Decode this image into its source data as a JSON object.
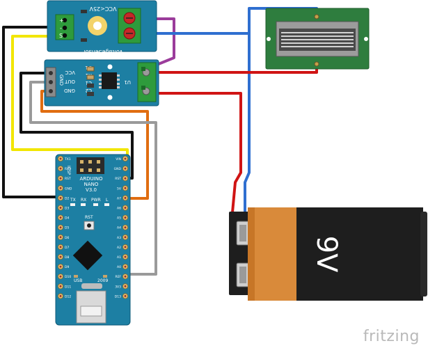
{
  "voltage_sensor": {
    "range_label": "VCC<25V",
    "name_label": "VoltageSensor",
    "pin_plus": "+",
    "pin_minus": "-",
    "pin_s": "S"
  },
  "current_sensor": {
    "pin_labels": [
      "GND",
      "OUT",
      "VCC"
    ],
    "component_labels": [
      "C2",
      "C1",
      "R1",
      "D1"
    ],
    "ic_label": "U1"
  },
  "arduino": {
    "name": "ARDUINO",
    "model": "NANO",
    "version": "V3.0",
    "usb_label": "USB",
    "year_label": "2009",
    "icsp_label": "ICSP",
    "rst_label": "RST",
    "led_labels": [
      "TX",
      "RX",
      "PWR",
      "L"
    ],
    "right_pins": [
      "VIN",
      "GND",
      "RST",
      "5V",
      "A7",
      "A6",
      "A5",
      "A4",
      "A3",
      "A2",
      "A1",
      "A0",
      "REF",
      "3V3",
      "D13"
    ],
    "left_pins": [
      "TX1",
      "RX0",
      "RST",
      "GND",
      "D2",
      "D3",
      "D4",
      "D5",
      "D6",
      "D7",
      "D8",
      "D9",
      "D10",
      "D11",
      "D12"
    ]
  },
  "battery": {
    "label": "9V"
  },
  "watermark": "fritzing",
  "colors": {
    "board_blue": "#1d7fa3",
    "terminal_green": "#2e9b3c",
    "pcb_green": "#2e7d3e",
    "wire_black": "#111111",
    "wire_yellow": "#f2e600",
    "wire_orange": "#e06d10",
    "wire_gray": "#9a9a9a",
    "wire_red": "#d01414",
    "wire_blue": "#2f6fd0",
    "wire_purple": "#9b3c9b",
    "battery_orange": "#d98a3a",
    "battery_black": "#1e1e1e"
  }
}
